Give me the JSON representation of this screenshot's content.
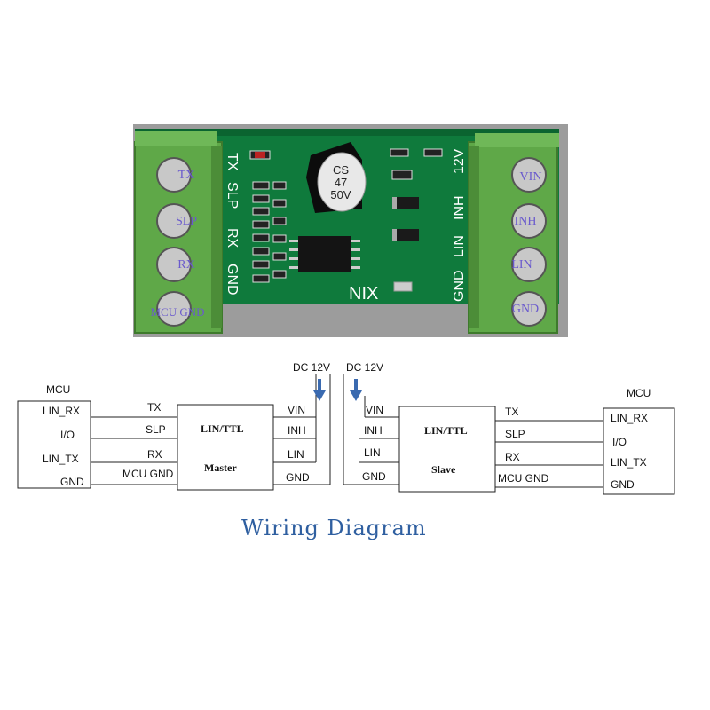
{
  "board": {
    "left_labels": [
      "TX",
      "SLP",
      "RX",
      "GND"
    ],
    "right_labels": [
      "12V",
      "INH",
      "LIN",
      "GND"
    ],
    "chip_label": "NIX",
    "capacitor": [
      "CS",
      "47",
      "50V"
    ],
    "left_terminals": [
      "TX",
      "SLP",
      "RX",
      "MCU GND"
    ],
    "right_terminals": [
      "VIN",
      "INH",
      "LIN",
      "GND"
    ],
    "colors": {
      "pcb": "#0f7a3c",
      "terminal": "#5fa848",
      "screw": "#bcbcbc",
      "background": "#9a9a9a"
    }
  },
  "diagram": {
    "mcu_left": {
      "title": "MCU",
      "pins": [
        "LIN_RX",
        "I/O",
        "LIN_TX",
        "GND"
      ]
    },
    "master": {
      "title": "LIN/TTL",
      "subtitle": "Master",
      "left_pins": [
        "TX",
        "SLP",
        "RX",
        "MCU GND"
      ],
      "right_pins": [
        "VIN",
        "INH",
        "LIN",
        "GND"
      ]
    },
    "slave": {
      "title": "LIN/TTL",
      "subtitle": "Slave",
      "left_pins": [
        "VIN",
        "INH",
        "LIN",
        "GND"
      ],
      "right_pins": [
        "TX",
        "SLP",
        "RX",
        "MCU GND"
      ]
    },
    "mcu_right": {
      "title": "MCU",
      "pins": [
        "LIN_RX",
        "I/O",
        "LIN_TX",
        "GND"
      ]
    },
    "power_left": "DC 12V",
    "power_right": "DC 12V",
    "arrow_color": "#3a6ab0",
    "caption": "Wiring Diagram"
  }
}
